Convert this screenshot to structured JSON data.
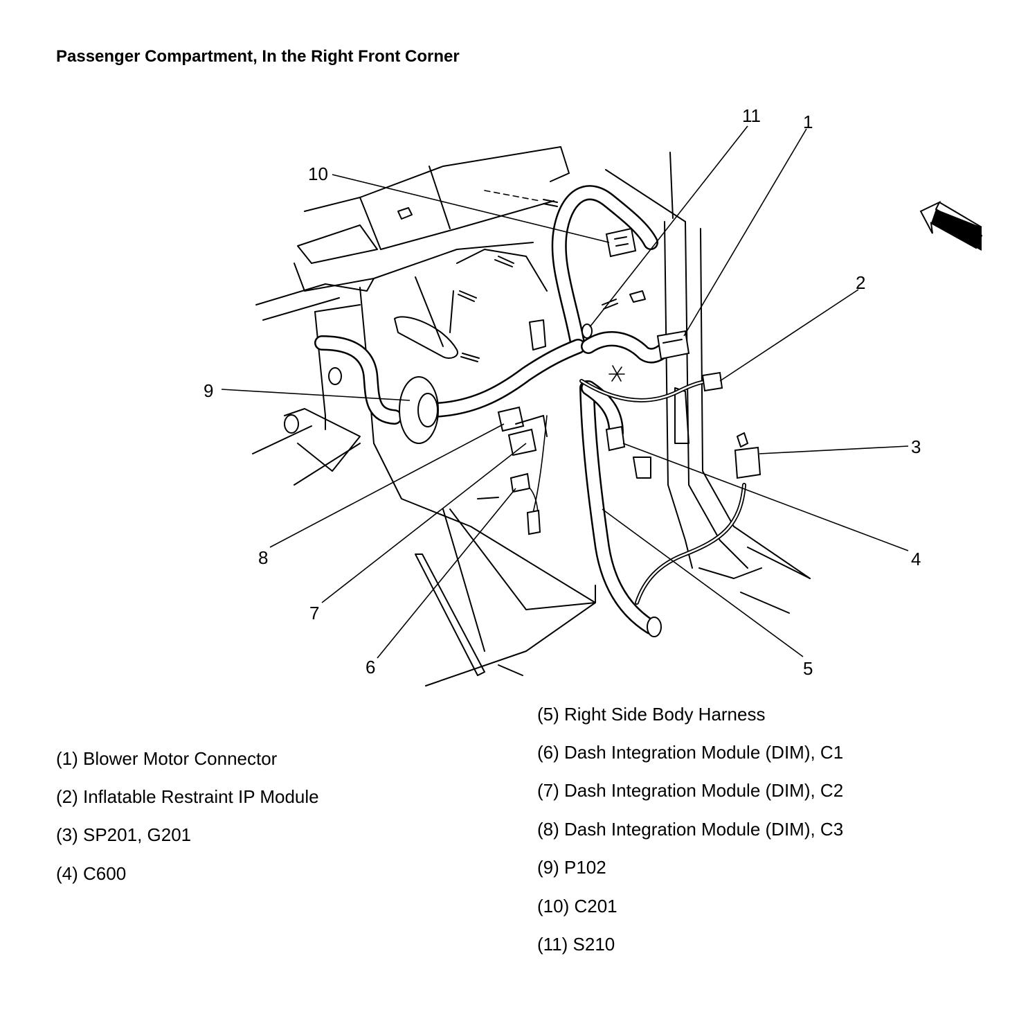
{
  "title": "Passenger Compartment, In the Right Front Corner",
  "callouts": [
    "1",
    "2",
    "3",
    "4",
    "5",
    "6",
    "7",
    "8",
    "9",
    "10",
    "11"
  ],
  "legend": {
    "left": [
      "(1) Blower Motor Connector",
      "(2) Inflatable Restraint IP Module",
      "(3) SP201, G201",
      "(4) C600"
    ],
    "right": [
      "(5) Right Side Body Harness",
      "(6) Dash Integration Module (DIM), C1",
      "(7) Dash Integration Module (DIM), C2",
      "(8) Dash Integration Module (DIM), C3",
      "(9) P102",
      "(10) C201",
      "(11) S210"
    ]
  },
  "icons": [
    "front-direction-arrow-icon"
  ]
}
